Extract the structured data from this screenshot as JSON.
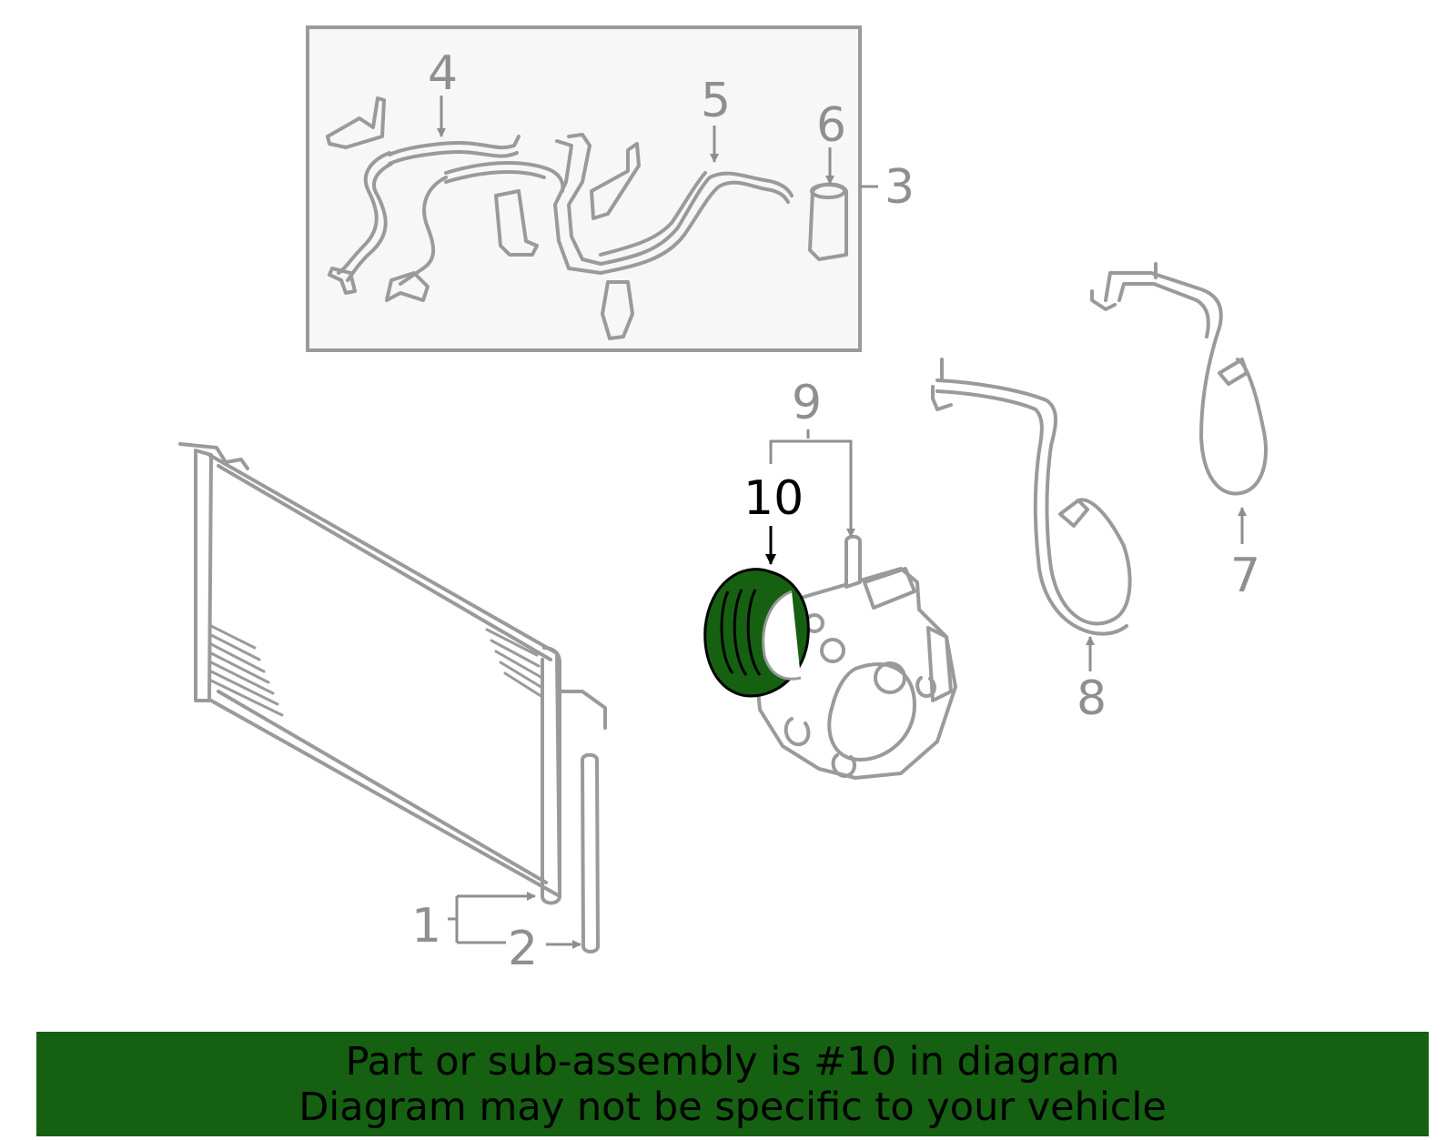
{
  "diagram": {
    "callouts": {
      "c1": "1",
      "c2": "2",
      "c3": "3",
      "c4": "4",
      "c5": "5",
      "c6": "6",
      "c7": "7",
      "c8": "8",
      "c9": "9",
      "c10": "10"
    },
    "highlighted_part": "10",
    "colors": {
      "highlight": "#156011",
      "line_art": "#9a9a9a",
      "inset_background": "#f7f7f7"
    }
  },
  "banner": {
    "line1": "Part or sub-assembly is #10 in diagram",
    "line2": "Diagram may not be specific to your vehicle"
  }
}
